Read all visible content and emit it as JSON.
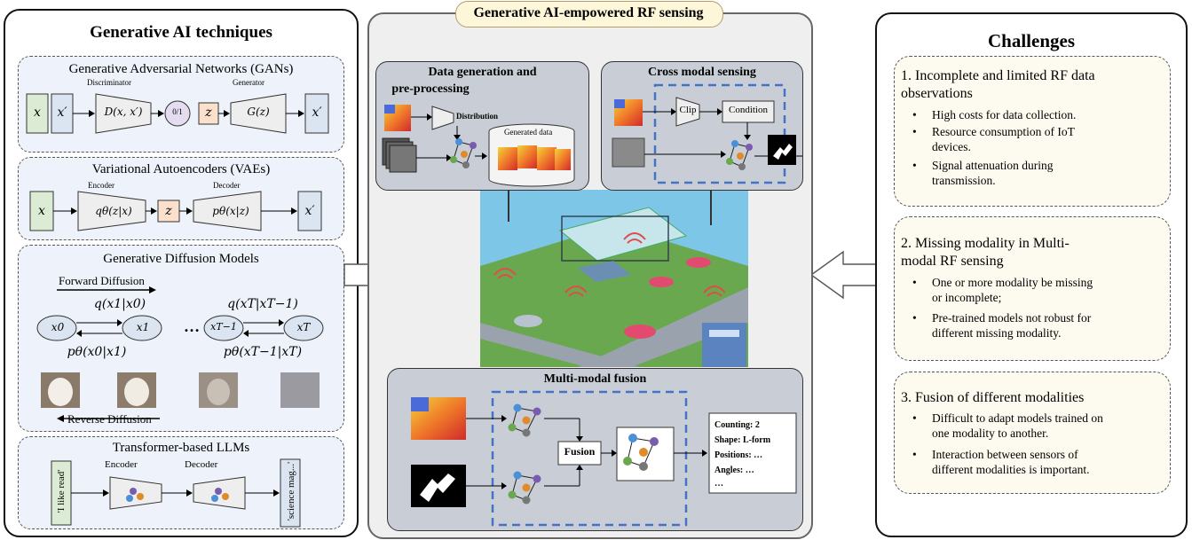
{
  "left": {
    "title": "Generative AI techniques",
    "gan": {
      "title": "Generative Adversarial Networks (GANs)",
      "discriminator": "Discriminator",
      "generator": "Generator",
      "x": "x",
      "x_prime": "x′",
      "d": "D(x, x′)",
      "out": "0/1",
      "z": "z",
      "g": "G(z)",
      "x_prime_out": "x′"
    },
    "vae": {
      "title": "Variational Autoencoders (VAEs)",
      "encoder": "Encoder",
      "decoder": "Decoder",
      "x": "x",
      "q": "qθ(z|x)",
      "z": "z",
      "p": "pθ(x|z)",
      "x_prime": "x′"
    },
    "diff": {
      "title": "Generative Diffusion Models",
      "forward": "Forward Diffusion",
      "reverse": "Reverse Diffusion",
      "q1": "q(x1|x0)",
      "qT": "q(xT|xT−1)",
      "p1": "pθ(x0|x1)",
      "pT": "pθ(xT−1|xT)",
      "x0": "x0",
      "x1": "x1",
      "xT1": "xT−1",
      "xT": "xT",
      "dots": "…"
    },
    "llm": {
      "title": "Transformer-based LLMs",
      "encoder": "Encoder",
      "decoder": "Decoder",
      "input": "'I like read'",
      "output": "'science mag...'"
    }
  },
  "center": {
    "banner": "Generative AI-empowered RF sensing",
    "datagen": {
      "title_line1": "Data generation and",
      "title_line2": "pre-processing",
      "distribution": "Distribution",
      "generated": "Generated data"
    },
    "cross": {
      "title": "Cross modal sensing",
      "clip": "Clip",
      "condition": "Condition"
    },
    "fusion": {
      "title": "Multi-modal fusion",
      "fusion_label": "Fusion",
      "outputs": [
        "Counting: 2",
        "Shape: L-form",
        "Positions: …",
        "Angles: …",
        "…"
      ]
    }
  },
  "right": {
    "title": "Challenges",
    "items": [
      {
        "head1": "1. Incomplete and limited RF data",
        "head2": "observations",
        "bullets": [
          [
            "High costs for data collection."
          ],
          [
            "Resource consumption of IoT",
            "devices."
          ],
          [
            "Signal attenuation during",
            "transmission."
          ]
        ]
      },
      {
        "head1": "2. Missing modality in Multi-",
        "head2": "modal RF sensing",
        "bullets": [
          [
            "One or more modality be missing",
            "or incomplete;"
          ],
          [
            "Pre-trained models not robust for",
            "different missing modality."
          ]
        ]
      },
      {
        "head1": "3. Fusion of different modalities",
        "head2": "",
        "bullets": [
          [
            "Difficult to adapt models trained on",
            "one modality to another."
          ],
          [
            "Interaction between sensors of",
            "different modalities is important."
          ]
        ]
      }
    ]
  },
  "colors": {
    "panel_bg": "#c9ced6",
    "center_bg": "#efefef",
    "dash_blue": "#4472c4",
    "banner_bg": "#fdf6d8",
    "green_box": "#dcebd3",
    "blue_box": "#dbe5f1",
    "orange_box": "#fbe0cc",
    "purple_circle": "#e4dcef"
  }
}
